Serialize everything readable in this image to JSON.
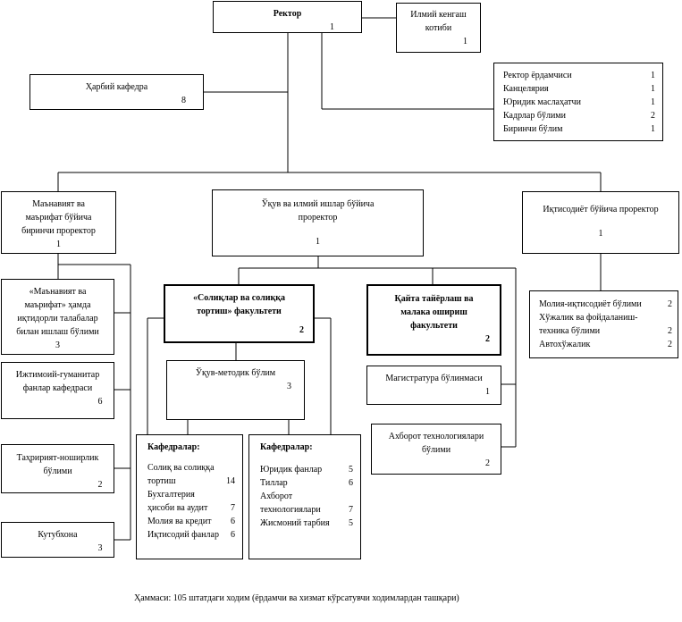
{
  "rector": {
    "title": "Ректор",
    "num": "1"
  },
  "council": {
    "l1": "Илмий кенгаш",
    "l2": "котиби",
    "num": "1"
  },
  "military": {
    "title": "Ҳарбий кафедра",
    "num": "8"
  },
  "assistants": [
    {
      "label": "Ректор ёрдамчиси",
      "num": "1"
    },
    {
      "label": "Канцелярия",
      "num": "1"
    },
    {
      "label": "Юридик маслаҳатчи",
      "num": "1"
    },
    {
      "label": "Кадрлар бўлими",
      "num": "2"
    },
    {
      "label": "Биринчи бўлим",
      "num": "1"
    }
  ],
  "spiritual": {
    "l1": "Маънавият ва",
    "l2": "маърифат бўйича",
    "l3": "биринчи проректор",
    "num": "1"
  },
  "academic": {
    "l1": "Ўқув ва илмий ишлар бўйича",
    "l2": "проректор",
    "num": "1"
  },
  "economic": {
    "l1": "Иқтисодиёт бўйича проректор",
    "num": "1"
  },
  "talent": {
    "l1": "«Маънавият ва",
    "l2": "маърифат» ҳамда",
    "l3": "иқтидорли талабалар",
    "l4": "билан ишлаш бўлими",
    "num": "3"
  },
  "humanities": {
    "l1": "Ижтимоий-гуманитар",
    "l2": "фанлар кафедраси",
    "num": "6"
  },
  "editorial": {
    "l1": "Таҳририят-ноширлик",
    "l2": "бўлими",
    "num": "2"
  },
  "library": {
    "title": "Кутубхона",
    "num": "3"
  },
  "tax_faculty": {
    "l1": "«Солиқлар ва солиққа",
    "l2": "тортиш» факультети",
    "num": "2"
  },
  "retrain_faculty": {
    "l1": "Қайта тайёрлаш ва",
    "l2": "малака ошириш",
    "l3": "факультети",
    "num": "2"
  },
  "methodic": {
    "title": "Ўқув-методик бўлим",
    "num": "3"
  },
  "magistracy": {
    "title": "Магистратура бўлинмаси",
    "num": "1"
  },
  "it_dept": {
    "l1": "Ахборот технологиялари",
    "l2": "бўлими",
    "num": "2"
  },
  "finance": [
    {
      "label": "Молия-иқтисодиёт бўлими",
      "num": "2"
    },
    {
      "label": "Хўжалик ва фойдаланиш-",
      "num": ""
    },
    {
      "label": "техника бўлими",
      "num": "2"
    },
    {
      "label": "Автохўжалик",
      "num": "2"
    }
  ],
  "depts_left": {
    "heading": "Кафедралар:",
    "rows": [
      {
        "label": "Солиқ ва солиққа",
        "num": ""
      },
      {
        "label": "тортиш",
        "num": "14"
      },
      {
        "label": "Бухгалтерия",
        "num": ""
      },
      {
        "label": "ҳисоби ва аудит",
        "num": "7"
      },
      {
        "label": "Молия ва кредит",
        "num": "6"
      },
      {
        "label": "Иқтисодий фанлар",
        "num": "6"
      }
    ]
  },
  "depts_right": {
    "heading": "Кафедралар:",
    "rows": [
      {
        "label": "Юридик фанлар",
        "num": "5"
      },
      {
        "label": "Тиллар",
        "num": "6"
      },
      {
        "label": "Ахборот",
        "num": ""
      },
      {
        "label": "технологиялари",
        "num": "7"
      },
      {
        "label": "Жисмоний тарбия",
        "num": "5"
      }
    ]
  },
  "footer": "Ҳаммаси: 105 штатдаги ходим (ёрдамчи ва хизмат кўрсатувчи ходимлардан ташқари)"
}
